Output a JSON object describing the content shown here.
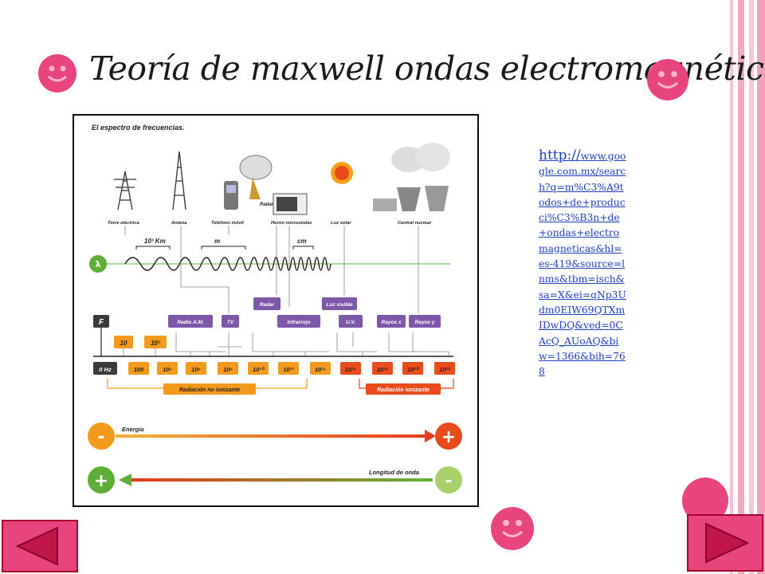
{
  "slide": {
    "title": "Teoría de maxwell ondas electromagnéticas",
    "link_text_prefix": "http://",
    "link_text_rest": "www.google.com.mx/search?q=m%C3%A9todos+de+producci%C3%B3n+de+ondas+electromagneticas&hl=es-419&source=lnms&tbm=isch&sa=X&ei=qNp3Udm0EIW69QTXmIDwDQ&ved=0CAcQ_AUoAQ&biw=1366&bih=768"
  },
  "spectrum": {
    "heading": "El espectro de frecuencias.",
    "sources": [
      "Torre eléctrica",
      "Antena",
      "Teléfono móvil",
      "Horno microondas",
      "Luz solar",
      "Central nuclear"
    ],
    "radar_label": "Radar",
    "wavelength_labels": [
      "10³ Km",
      "m",
      "cm"
    ],
    "lambda_symbol": "λ",
    "band_labels": [
      "Radio A.M.",
      "TV",
      "Radar",
      "Infrarrojo",
      "Luz visible",
      "U.V.",
      "Rayos x",
      "Rayos γ"
    ],
    "f_symbol": "F",
    "small_freqs": [
      "10",
      "10³"
    ],
    "freq_scale": [
      "0 Hz",
      "100",
      "10⁴",
      "10⁶",
      "10⁸",
      "10¹⁰",
      "10¹²",
      "10¹⁴",
      "10¹⁶",
      "10¹⁸",
      "10²⁰",
      "10²²"
    ],
    "non_ionizing": "Radiación no ionizante",
    "ionizing": "Radiación ionizante",
    "energy_label": "Energía",
    "wavelength_label": "Longitud de onda",
    "minus": "-",
    "plus": "+"
  },
  "colors": {
    "pink_stripe": "#f2b6c8",
    "smiley": "#e8457e",
    "purple": "#7d57a8",
    "orange": "#f39a1e",
    "red_orange": "#e84b1c",
    "green": "#62b03a"
  },
  "icons": [
    "smiley-icon",
    "prev-arrow-icon",
    "next-arrow-icon"
  ]
}
